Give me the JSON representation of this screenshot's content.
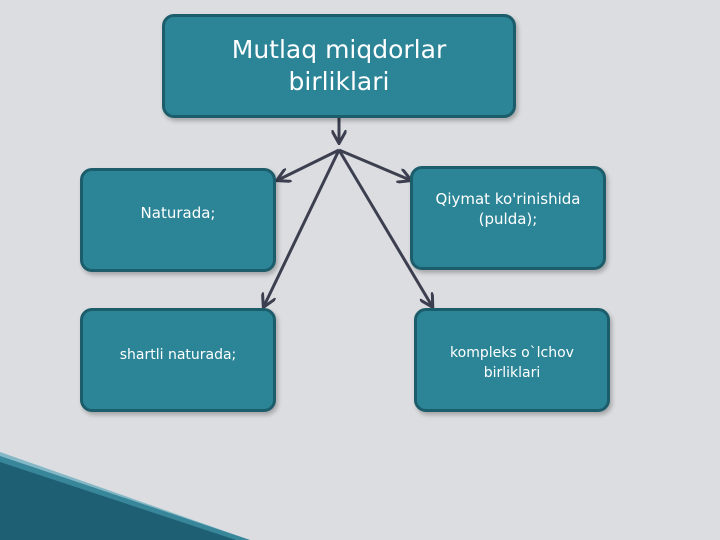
{
  "diagram": {
    "title": "Mutlaq miqdorlar\nbirliklari",
    "nodes": [
      {
        "id": "naturada",
        "label": "Naturada;"
      },
      {
        "id": "qiymat",
        "label": "Qiymat ko'rinishida\n(pulda);"
      },
      {
        "id": "shartli",
        "label": "shartli naturada;"
      },
      {
        "id": "kompleks",
        "label": "kompleks o`lchov\nbirliklari"
      }
    ],
    "edges": [
      {
        "from": "title",
        "to": "naturada"
      },
      {
        "from": "title",
        "to": "qiymat"
      },
      {
        "from": "title",
        "to": "shartli"
      },
      {
        "from": "title",
        "to": "kompleks"
      }
    ]
  },
  "colors": {
    "background": "#dcdde0",
    "box_fill": "#2c8597",
    "box_border": "#1b5d6b",
    "arrow": "#3b3f4f",
    "corner_accent": "#1f5f73"
  }
}
